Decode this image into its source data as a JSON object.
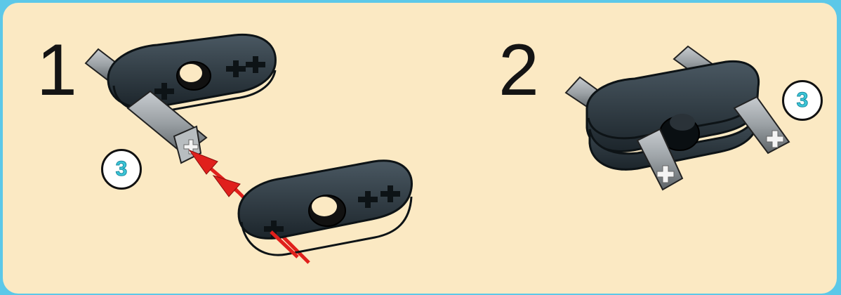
{
  "steps": [
    {
      "number": "1",
      "quantity": "3"
    },
    {
      "number": "2",
      "quantity": "3"
    }
  ],
  "colors": {
    "background": "#fbe9c3",
    "frame": "#5cc8e8",
    "beam": "#2f3b43",
    "axle": "#9aa0a4",
    "arrow": "#e0201c",
    "badge_text": "#3cc6d8"
  },
  "parts": {
    "beam": "liftarm-3-icon",
    "axle": "cross-axle-icon",
    "arrow": "insert-arrow-icon"
  }
}
